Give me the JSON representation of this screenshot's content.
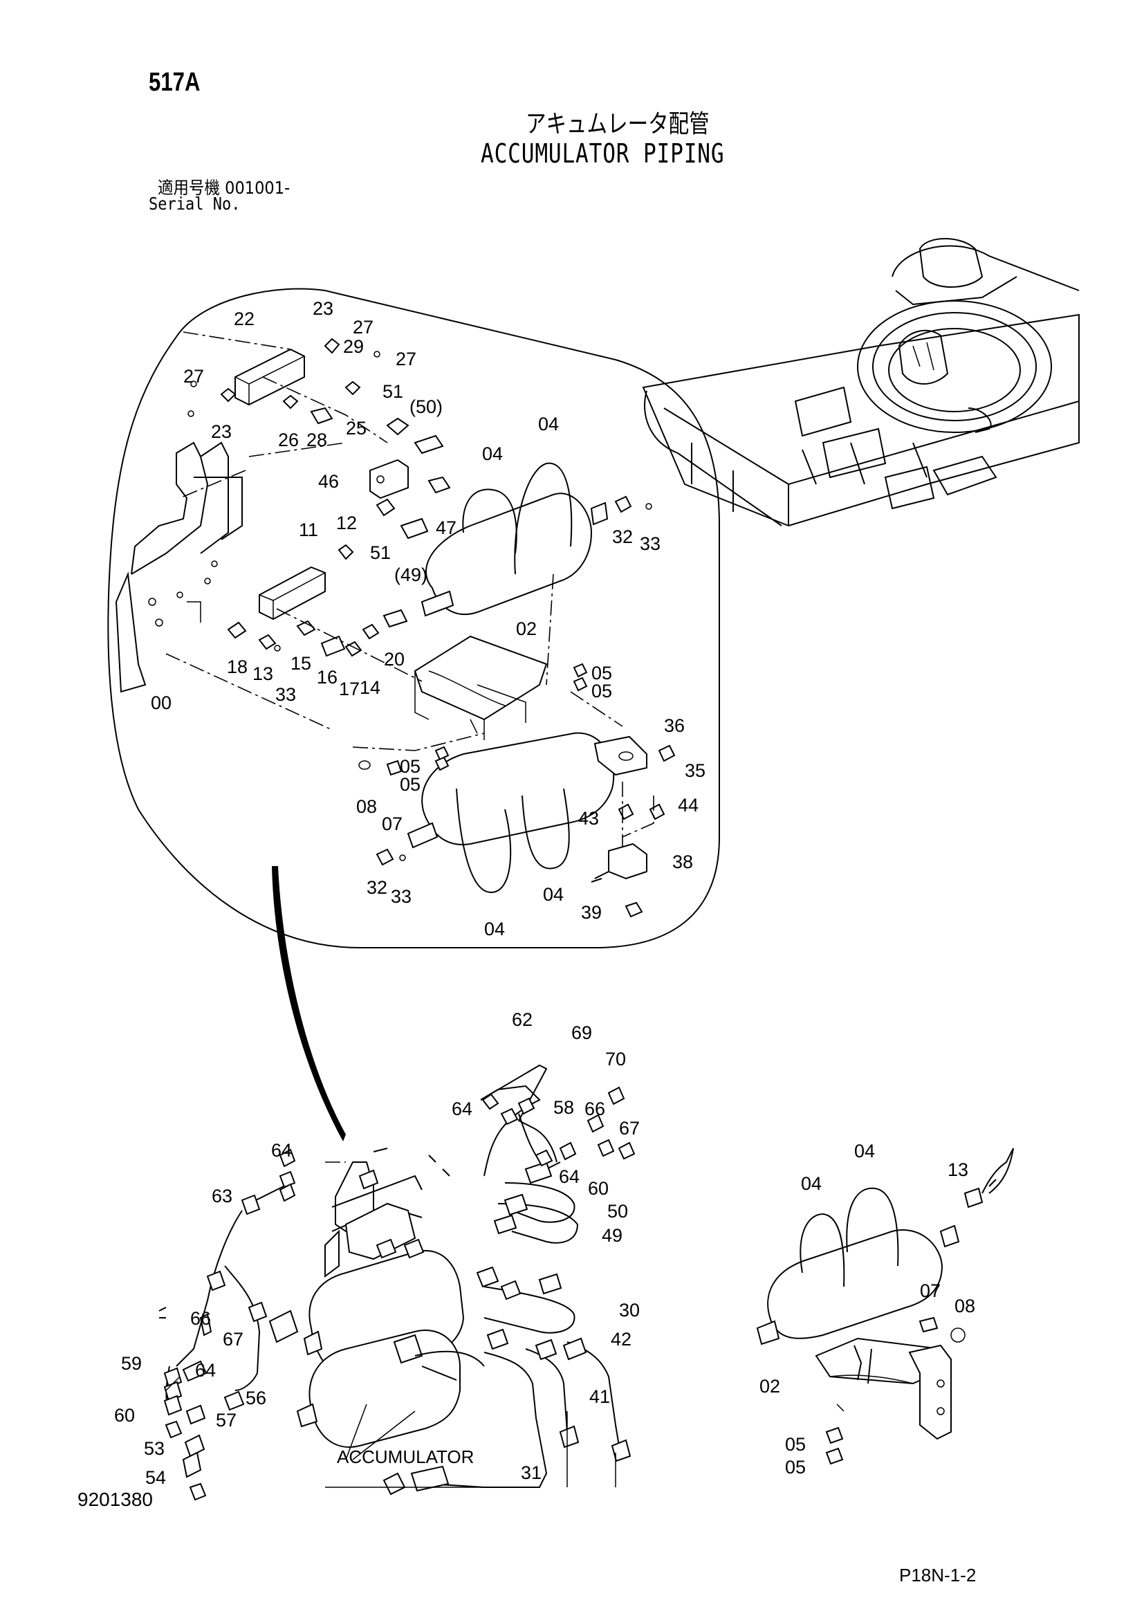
{
  "header": {
    "page_id": "517A",
    "title_jp": "アキュムレータ配管",
    "title_en": "ACCUMULATOR PIPING",
    "serial_jp": "適用号機  001001-",
    "serial_en": "Serial No."
  },
  "footer": {
    "doc_no": "9201380",
    "page_no": "P18N-1-2"
  },
  "callouts": {
    "detail_top": [
      "22",
      "23",
      "27",
      "29",
      "27",
      "27",
      "23",
      "26",
      "28",
      "25",
      "51",
      "(50)",
      "04",
      "04",
      "46",
      "47",
      "32",
      "33",
      "51",
      "(49)",
      "11",
      "12",
      "00",
      "18",
      "13",
      "33",
      "15",
      "16",
      "17",
      "14",
      "20",
      "02",
      "05",
      "05",
      "05",
      "05",
      "36",
      "35",
      "08",
      "07",
      "43",
      "44",
      "38",
      "32",
      "33",
      "04",
      "04",
      "39"
    ],
    "assembly_bottom": [
      "62",
      "69",
      "70",
      "64",
      "58",
      "66",
      "67",
      "64",
      "60",
      "64",
      "50",
      "63",
      "49",
      "30",
      "66",
      "67",
      "42",
      "59",
      "64",
      "41",
      "56",
      "60",
      "57",
      "53",
      "54",
      "31"
    ],
    "detail_right": [
      "04",
      "04",
      "13",
      "07",
      "08",
      "02",
      "05",
      "05"
    ]
  },
  "annotations": {
    "accumulator_label": "ACCUMULATOR"
  }
}
